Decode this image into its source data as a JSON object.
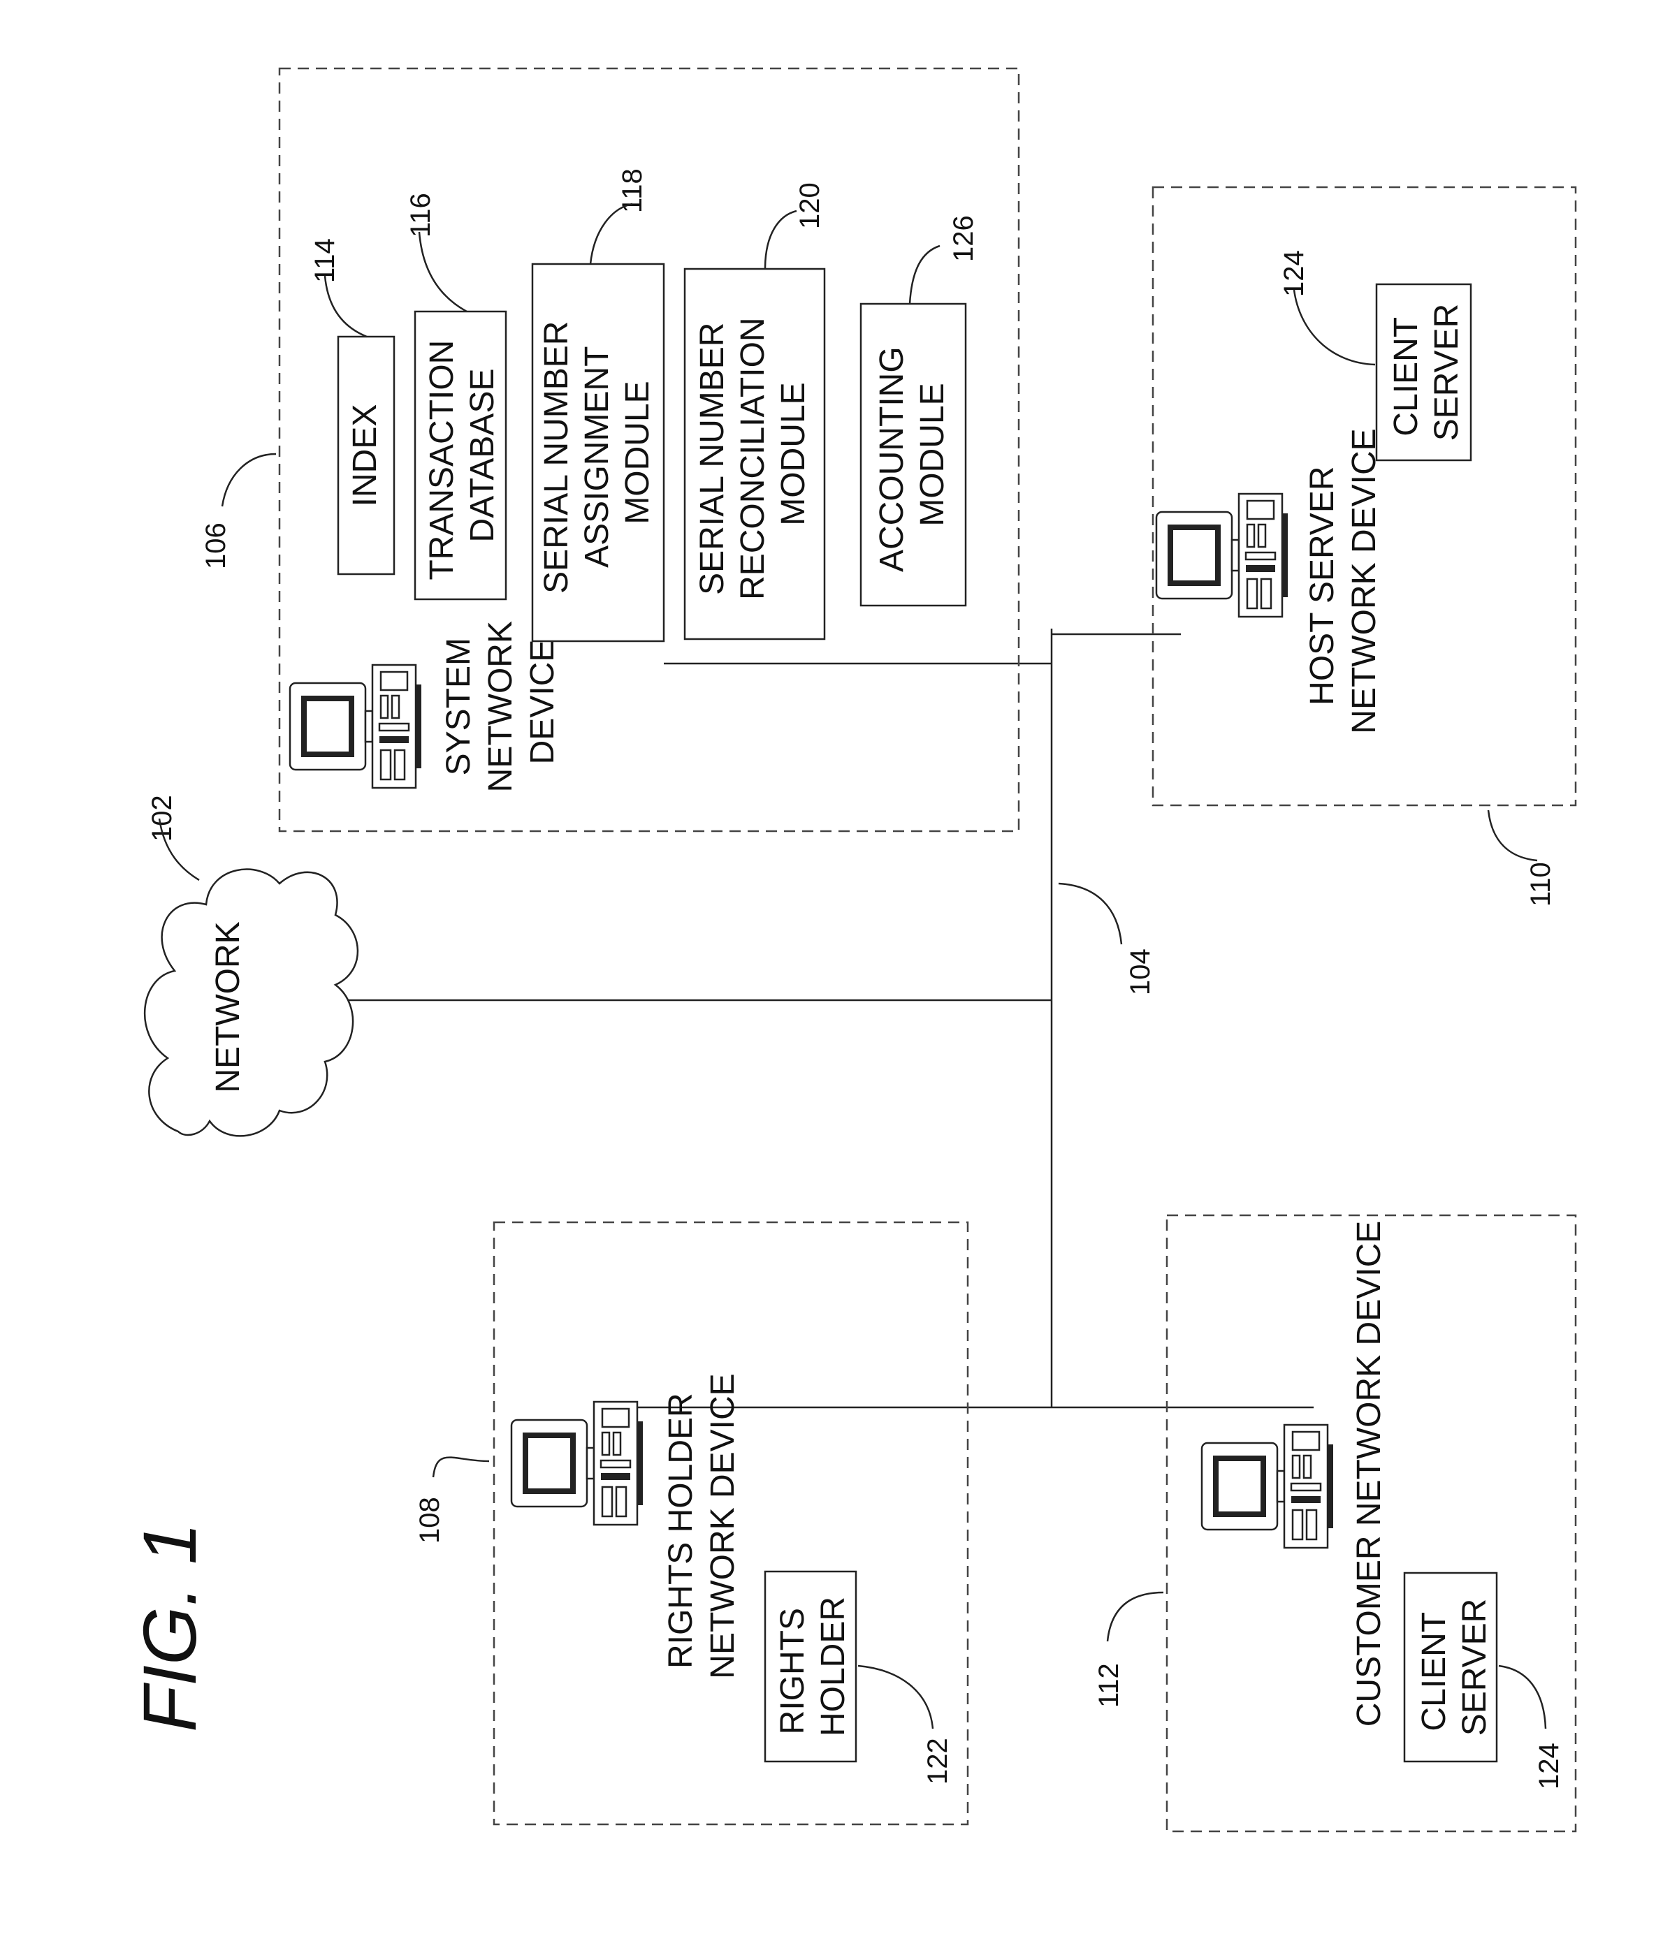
{
  "figure_title": "FIG. 1",
  "network": {
    "label": "NETWORK",
    "ref": "102"
  },
  "bus_ref": "104",
  "system": {
    "ref": "106",
    "device_label": [
      "SYSTEM",
      "NETWORK",
      "DEVICE"
    ],
    "modules": [
      {
        "ref": "114",
        "lines": [
          "INDEX"
        ]
      },
      {
        "ref": "116",
        "lines": [
          "TRANSACTION",
          "DATABASE"
        ]
      },
      {
        "ref": "118",
        "lines": [
          "SERIAL NUMBER",
          "ASSIGNMENT",
          "MODULE"
        ]
      },
      {
        "ref": "120",
        "lines": [
          "SERIAL NUMBER",
          "RECONCILIATION",
          "MODULE"
        ]
      },
      {
        "ref": "126",
        "lines": [
          "ACCOUNTING",
          "MODULE"
        ]
      }
    ]
  },
  "host_server": {
    "ref": "110",
    "device_label": [
      "HOST SERVER",
      "NETWORK DEVICE"
    ],
    "client": {
      "ref": "124",
      "lines": [
        "CLIENT",
        "SERVER"
      ]
    }
  },
  "rights_holder": {
    "ref": "108",
    "device_label": [
      "RIGHTS HOLDER",
      "NETWORK DEVICE"
    ],
    "holder": {
      "ref": "122",
      "lines": [
        "RIGHTS",
        "HOLDER"
      ]
    }
  },
  "customer": {
    "ref": "112",
    "device_label": [
      "CUSTOMER NETWORK DEVICE"
    ],
    "client": {
      "ref": "124",
      "lines": [
        "CLIENT",
        "SERVER"
      ]
    }
  }
}
